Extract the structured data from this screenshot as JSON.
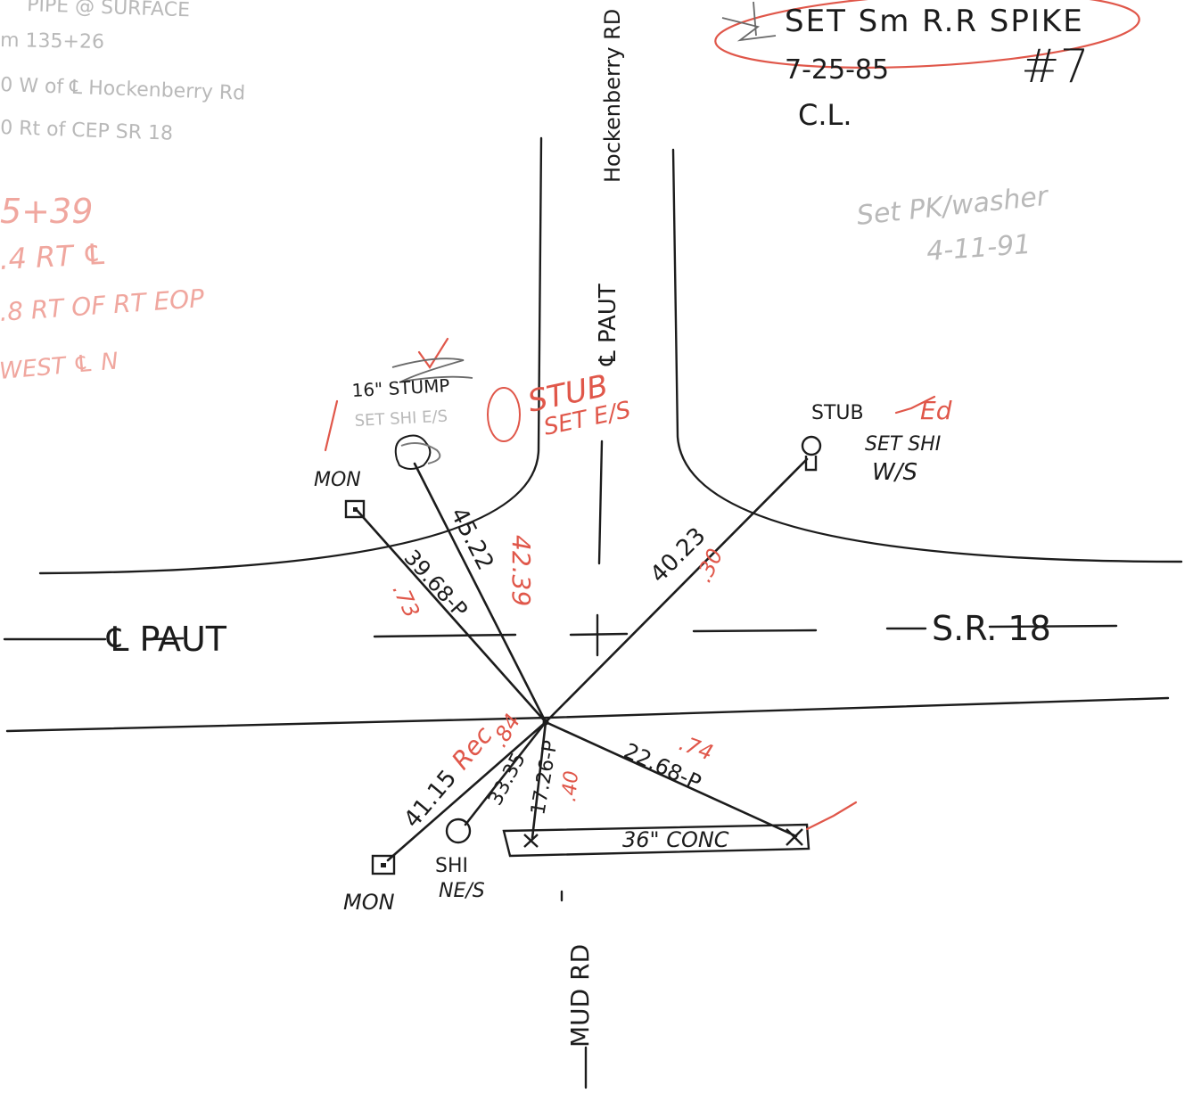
{
  "colors": {
    "ink": "#1c1c1c",
    "red": "#e0574a",
    "pale_ink": "#b9b9b9",
    "pale_red": "#f0a79f"
  },
  "header_left": {
    "line1": "PIPE @ SURFACE",
    "line2": "m 135+26",
    "line3": "0  W of ℄ Hockenberry Rd",
    "line4": "0  Rt of CEP SR 18"
  },
  "header_left_red": {
    "line1": "5+39",
    "line2": ".4  RT ℄",
    "line3": ".8  RT OF RT EOP",
    "line4": "WEST ℄ N"
  },
  "header_right": {
    "title": "SET Sm R.R SPIKE",
    "date": "7-25-85",
    "initials": "C.L.",
    "number": "#7",
    "note1": "Set PK/washer",
    "note2": "4-11-91"
  },
  "roads": {
    "north_road_name": "Hockenberry RD",
    "north_centerline": "℄ PAUT",
    "main_centerline": "℄ PAUT",
    "main_road_name": "S.R. 18",
    "south_road_name": "MUD RD"
  },
  "ties": {
    "stump_label": "16\" STUMP",
    "stump_sub": "SET SHI E/S",
    "stub_red": "STUB",
    "stub_red_sub": "SET E/S",
    "mon_nw": "MON",
    "stub_ne": "STUB",
    "stub_ne_red": "Ed",
    "stub_ne_sub": "SET SHI",
    "stub_ne_sub2": "W/S",
    "mon_sw": "MON",
    "shi_sw": "SHI",
    "shi_sw_sub": "NE/S",
    "culvert": "36\" CONC"
  },
  "measurements": {
    "d_stump": "45.22",
    "d_stump_red": "42.39",
    "d_mon_nw": "39.68-P",
    "d_mon_nw_red": ".73",
    "d_stub_ne": "40.23",
    "d_stub_ne_red": ".30",
    "d_mon_sw": "41.15",
    "d_mon_sw_red": "Rec",
    "d_shi_sw": "33.35",
    "d_shi_sw_red": ".84",
    "d_culvert_w": "17.26-P",
    "d_culvert_w_red": ".40",
    "d_culvert_e": "22.68-P",
    "d_culvert_e_red": ".74"
  }
}
